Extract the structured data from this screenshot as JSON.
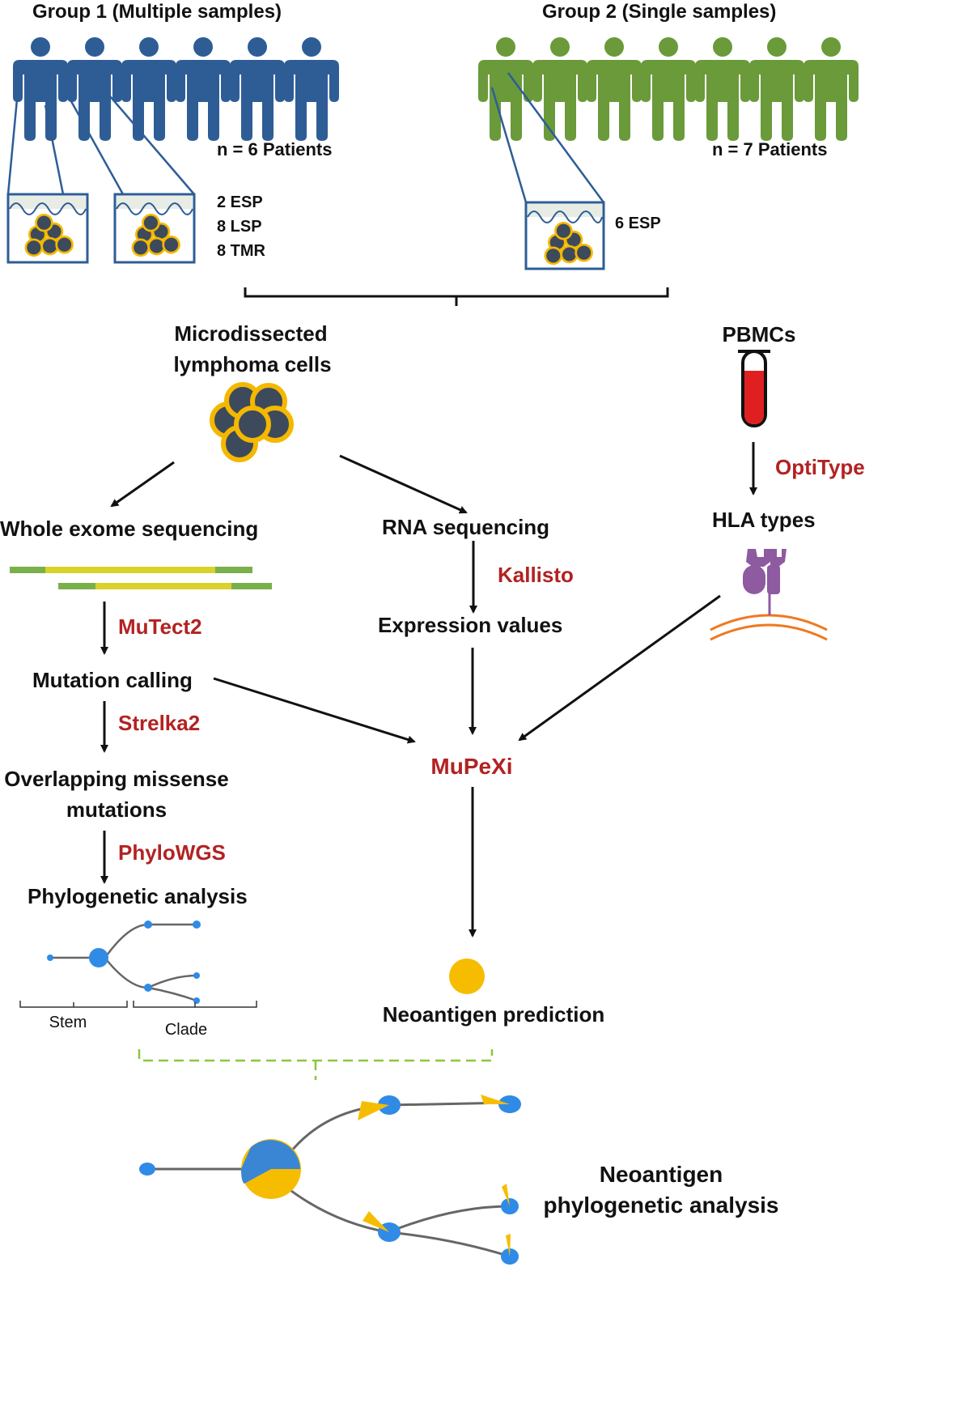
{
  "group1": {
    "title": "Group 1 (Multiple samples)",
    "patients": "n = 6 Patients",
    "samples": [
      "2  ESP",
      "8  LSP",
      "8 TMR"
    ]
  },
  "group2": {
    "title": "Group 2 (Single samples)",
    "patients": "n = 7 Patients",
    "samples": [
      "6  ESP"
    ]
  },
  "nodes": {
    "microdissected": [
      "Microdissected",
      "lymphoma cells"
    ],
    "pbmcs": "PBMCs",
    "wes": "Whole exome sequencing",
    "rna": "RNA sequencing",
    "hla": "HLA types",
    "expression": "Expression values",
    "mutation_calling": "Mutation calling",
    "overlapping": [
      "Overlapping missense",
      "mutations"
    ],
    "phylogenetic": "Phylogenetic analysis",
    "neoantigen_prediction": "Neoantigen prediction",
    "neoantigen_phylo": [
      "Neoantigen",
      "phylogenetic analysis"
    ]
  },
  "tools": {
    "optitype": "OptiType",
    "kallisto": "Kallisto",
    "mutect2": "MuTect2",
    "strelka2": "Strelka2",
    "phylowgs": "PhyloWGS",
    "mupexi": "MuPeXi"
  },
  "tree_labels": {
    "stem": "Stem",
    "clade": "Clade"
  },
  "colors": {
    "group1": "#2e5d96",
    "group2": "#6a9a3a",
    "tool_red": "#b22222",
    "tumor_cell_fill": "#3d4a5c",
    "tumor_cell_ring": "#f4b800",
    "node_blue": "#2f8be6",
    "neo_yellow": "#f6bd00",
    "blood_red": "#e02020",
    "hla_purple": "#8e5aa0",
    "membrane_orange": "#f07820",
    "read_yellow": "#d8d22a",
    "read_green": "#7ab04a",
    "dashed_green": "#8cc63f"
  }
}
